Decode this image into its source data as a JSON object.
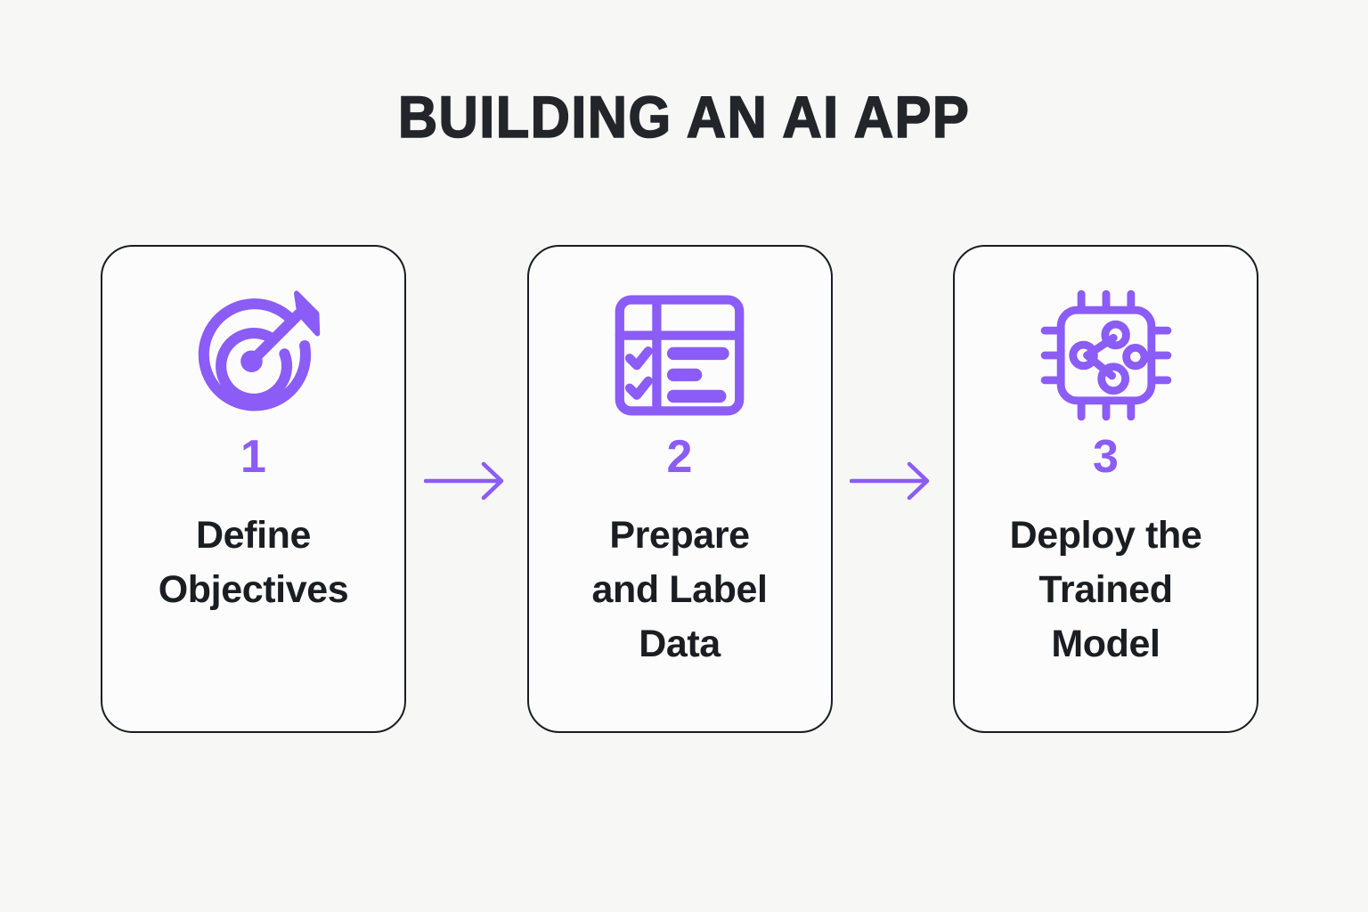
{
  "page": {
    "title": "BUILDING AN AI APP",
    "background_color": "#f7f7f6",
    "accent_color": "#8b5cf6",
    "text_color": "#1a1d21"
  },
  "steps": [
    {
      "number": "1",
      "label": "Define\nObjectives",
      "icon": "target-arrow-icon"
    },
    {
      "number": "2",
      "label": "Prepare\nand Label\nData",
      "icon": "data-table-checklist-icon"
    },
    {
      "number": "3",
      "label": "Deploy the\nTrained\nModel",
      "icon": "ai-chip-icon"
    }
  ],
  "connectors": [
    {
      "icon": "arrow-right-icon"
    },
    {
      "icon": "arrow-right-icon"
    }
  ]
}
